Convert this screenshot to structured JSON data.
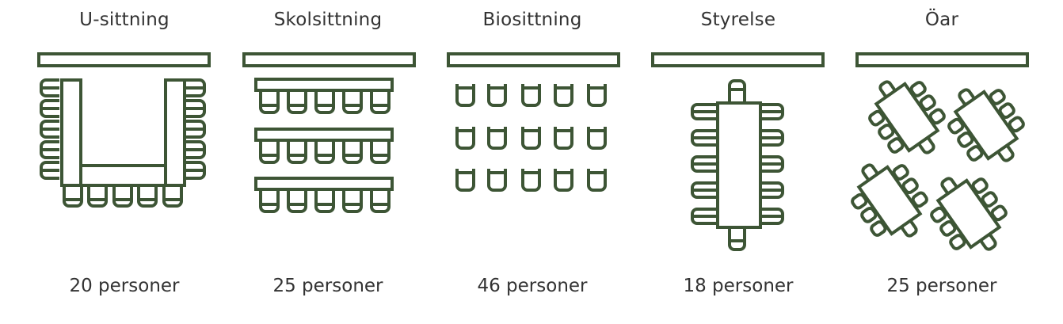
{
  "theme": {
    "stroke": "#3d5535",
    "text": "#333333"
  },
  "layouts": [
    {
      "title": "U-sittning",
      "capacity": "20 personer"
    },
    {
      "title": "Skolsittning",
      "capacity": "25 personer"
    },
    {
      "title": "Biosittning",
      "capacity": "46 personer"
    },
    {
      "title": "Styrelse",
      "capacity": "18 personer"
    },
    {
      "title": "Öar",
      "capacity": "25 personer"
    }
  ]
}
